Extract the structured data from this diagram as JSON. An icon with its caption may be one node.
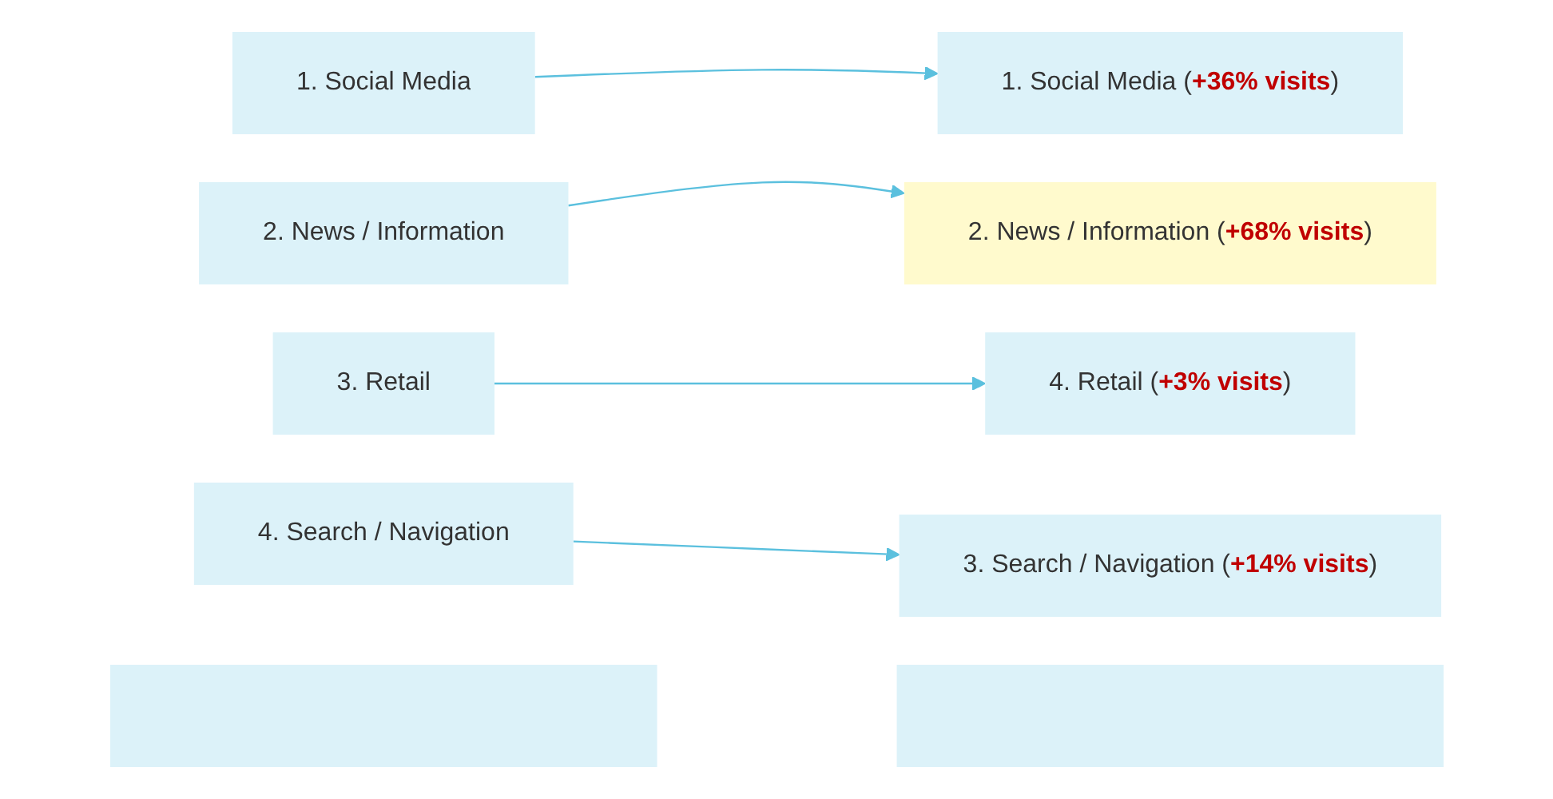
{
  "diagram": {
    "nodes": [
      {
        "text": [
          "1. Social Media"
        ]
      },
      {
        "text": [
          "2. News / Information"
        ]
      },
      {
        "text": [
          "3. Retail"
        ]
      },
      {
        "text": [
          "4. Search / Navigation"
        ]
      },
      {
        "text": [],
        "shape": "box"
      },
      {
        "text": [
          "1. Social Media (**+36% visits**)"
        ]
      },
      {
        "text": [
          "2. News / Information (**+68% visits**)"
        ]
      },
      {
        "text": [
          "3. Search / Navigation (**+14% visits**)"
        ]
      },
      {
        "text": [
          "4. Retail (**+3% visits**)"
        ]
      },
      {
        "text": [],
        "shape": "box"
      }
    ],
    "edges": [
      {
        "from": 0,
        "to": 5,
        "arrow": "to"
      },
      {
        "from": 1,
        "to": 6,
        "arrow": "to"
      },
      {
        "from": 2,
        "to": 8,
        "arrow": "to"
      },
      {
        "from": 3,
        "to": 7,
        "arrow": "to"
      }
    ]
  }
}
